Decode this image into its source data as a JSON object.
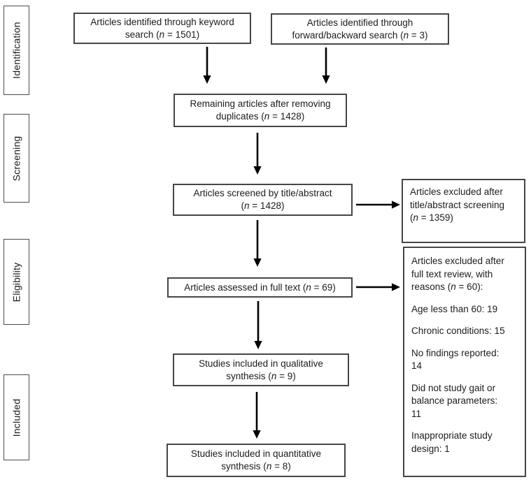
{
  "colors": {
    "background": "#ffffff",
    "box_border": "#464646",
    "stage_border": "#4d4d4d",
    "arrow": "#000000",
    "text": "#1c1c1c"
  },
  "stages": [
    {
      "label": "Identification"
    },
    {
      "label": "Screening"
    },
    {
      "label": "Eligibility"
    },
    {
      "label": "Included"
    }
  ],
  "boxes": {
    "identified_keyword": {
      "line1": "Articles identified through keyword",
      "line2_pre": "search (",
      "line2_n": "n",
      "line2_post": " = 1501)"
    },
    "identified_citation": {
      "line1": "Articles identified through",
      "line2_pre": "forward/backward search (",
      "line2_n": "n",
      "line2_post": " = 3)"
    },
    "deduplicated": {
      "line1": "Remaining articles after removing",
      "line2_pre": "duplicates (",
      "line2_n": "n",
      "line2_post": " = 1428)"
    },
    "screened": {
      "line1": "Articles screened by title/abstract",
      "line2_pre": "(",
      "line2_n": "n",
      "line2_post": " = 1428)"
    },
    "full_text_assessed": {
      "line1_pre": "Articles assessed in full text (",
      "line1_n": "n",
      "line1_post": " = 69)"
    },
    "qualitative_synthesis": {
      "line1": "Studies included in qualitative",
      "line2_pre": "synthesis (",
      "line2_n": "n",
      "line2_post": " = 9)"
    },
    "quantitative_synthesis": {
      "line1": "Studies included in quantitative",
      "line2_pre": "synthesis (",
      "line2_n": "n",
      "line2_post": " = 8)"
    },
    "excluded_screening": {
      "line1": "Articles excluded after",
      "line2": "title/abstract screening",
      "line3_pre": "(",
      "line3_n": "n",
      "line3_post": " = 1359)"
    },
    "excluded_full_text": {
      "header_line1": "Articles excluded after",
      "header_line2": "full text review, with",
      "header_line3_pre": "reasons (",
      "header_line3_n": "n",
      "header_line3_post": " = 60):",
      "reasons": [
        {
          "text": "Age less than 60: 19"
        },
        {
          "text": "Chronic conditions: 15"
        },
        {
          "text": "No findings reported:\n14"
        },
        {
          "text": "Did not study gait or\nbalance parameters:\n11"
        },
        {
          "text": "Inappropriate study\ndesign: 1"
        }
      ]
    }
  }
}
